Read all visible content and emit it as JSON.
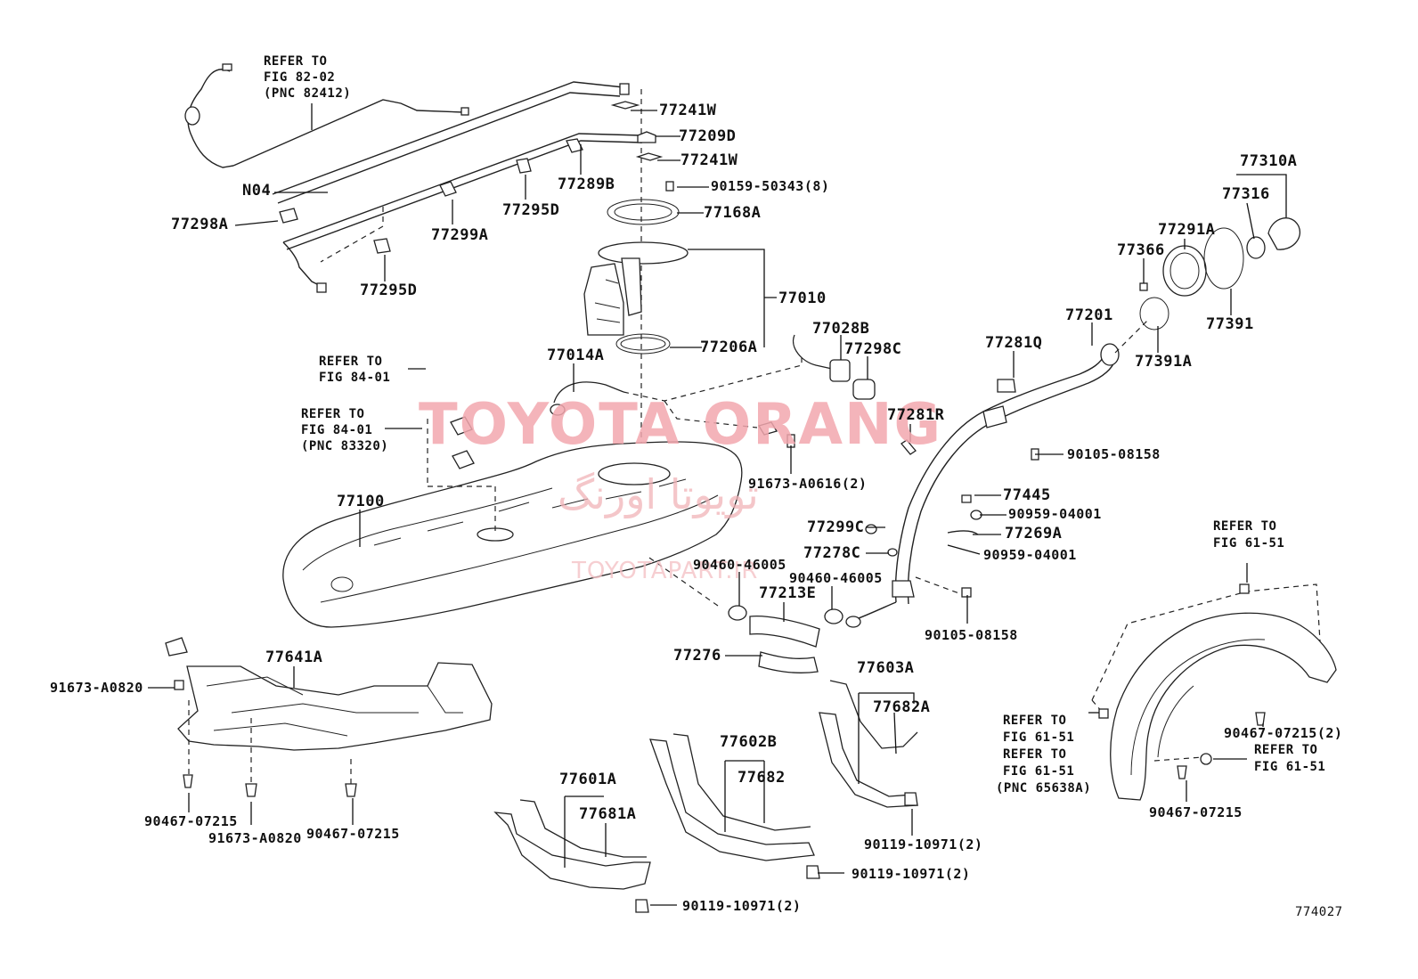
{
  "labels": {
    "refer_to_1": "REFER TO",
    "fig_82_02": "FIG 82-02",
    "pnc_82412": "(PNC 82412)",
    "n04": "N04",
    "p77298a": "77298A",
    "p77299a": "77299A",
    "p77295d_a": "77295D",
    "p77295d_b": "77295D",
    "p77289b": "77289B",
    "p77241w_a": "77241W",
    "p77209d": "77209D",
    "p77241w_b": "77241W",
    "p90159": "90159-50343(8)",
    "p77168a": "77168A",
    "p77010": "77010",
    "p77206a": "77206A",
    "p77014a": "77014A",
    "p77028b": "77028B",
    "p77298c": "77298C",
    "refer_to_2": "REFER TO",
    "fig_84_01_a": "FIG 84-01",
    "refer_to_3": "REFER TO",
    "fig_84_01_b": "FIG 84-01",
    "pnc_83320": "(PNC 83320)",
    "p77100": "77100",
    "p91673_a0616": "91673-A0616(2)",
    "p77281r": "77281R",
    "p77281q": "77281Q",
    "p77201": "77201",
    "p77366": "77366",
    "p77291a": "77291A",
    "p77316": "77316",
    "p77310a": "77310A",
    "p77391": "77391",
    "p77391a": "77391A",
    "p90105_a": "90105-08158",
    "p77445": "77445",
    "p90959_a": "90959-04001",
    "p77299c": "77299C",
    "p77269a": "77269A",
    "p77278c": "77278C",
    "p90959_b": "90959-04001",
    "p90460_a": "90460-46005",
    "p90460_b": "90460-46005",
    "p77213e": "77213E",
    "p90105_b": "90105-08158",
    "p77276": "77276",
    "p77641a": "77641A",
    "p91673_a0820_a": "91673-A0820",
    "p90467_07215_a": "90467-07215",
    "p91673_a0820_b": "91673-A0820",
    "p90467_07215_b": "90467-07215",
    "p77603a": "77603A",
    "p77682a": "77682A",
    "p77602b": "77602B",
    "p77682": "77682",
    "p77601a": "77601A",
    "p77681a": "77681A",
    "p90119_a": "90119-10971(2)",
    "p90119_b": "90119-10971(2)",
    "p90119_c": "90119-10971(2)",
    "refer_to_4": "REFER TO",
    "fig_61_51_a": "FIG 61-51",
    "refer_to_5": "REFER TO",
    "fig_61_51_b": "FIG 61-51",
    "refer_to_6": "REFER TO",
    "fig_61_51_c": "FIG 61-51",
    "pnc_65638a": "(PNC 65638A)",
    "p90467_07215_c": "90467-07215(2)",
    "refer_to_7": "REFER TO",
    "fig_61_51_d": "FIG 61-51",
    "p90467_07215_d": "90467-07215",
    "figure_number": "774027"
  },
  "watermark": {
    "brand": "TOYOTA ORANG",
    "persian": "تویوتا اورنگ",
    "site": "TOYOTAPART.IR",
    "color": "#f3a7ae"
  }
}
